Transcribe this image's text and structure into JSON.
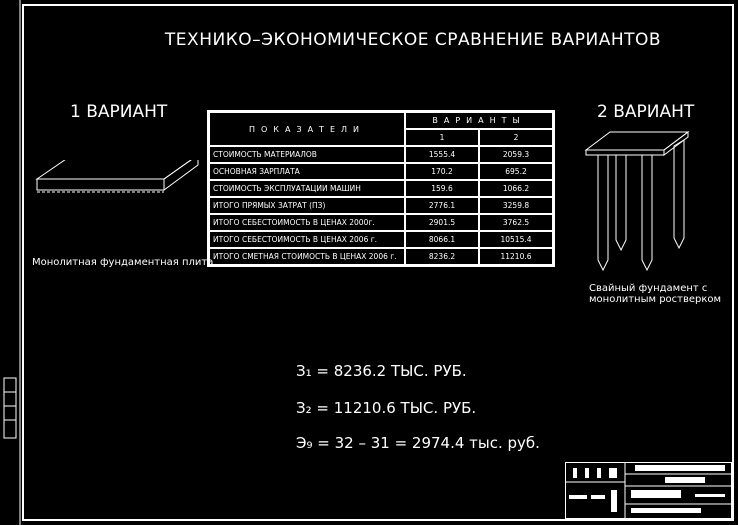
{
  "title": "ТЕХНИКО–ЭКОНОМИЧЕСКОЕ СРАВНЕНИЕ ВАРИАНТОВ",
  "variant1": {
    "label": "1 ВАРИАНТ",
    "caption": "Монолитная фундаментная плита"
  },
  "variant2": {
    "label": "2 ВАРИАНТ",
    "caption_line1": "Свайный фундамент с",
    "caption_line2": "монолитным ростверком"
  },
  "table": {
    "header_indicators": "ПОКАЗАТЕЛИ",
    "header_variants": "ВАРИАНТЫ",
    "col1": "1",
    "col2": "2",
    "rows": [
      {
        "label": "СТОИМОСТЬ МАТЕРИАЛОВ",
        "v1": "1555.4",
        "v2": "2059.3"
      },
      {
        "label": "ОСНОВНАЯ ЗАРПЛАТА",
        "v1": "170.2",
        "v2": "695.2"
      },
      {
        "label": "СТОИМОСТЬ ЭКСПЛУАТАЦИИ МАШИН",
        "v1": "159.6",
        "v2": "1066.2"
      },
      {
        "label": "ИТОГО ПРЯМЫХ ЗАТРАТ (ПЗ)",
        "v1": "2776.1",
        "v2": "3259.8"
      },
      {
        "label": "ИТОГО СЕБЕСТОИМОСТЬ В ЦЕНАХ 2000г.",
        "v1": "2901.5",
        "v2": "3762.5"
      },
      {
        "label": "ИТОГО СЕБЕСТОИМОСТЬ В ЦЕНАХ 2006 г.",
        "v1": "8066.1",
        "v2": "10515.4"
      },
      {
        "label": "ИТОГО СМЕТНАЯ СТОИМОСТЬ В ЦЕНАХ 2006 г.",
        "v1": "8236.2",
        "v2": "11210.6"
      }
    ]
  },
  "formulas": [
    "З₁ = 8236.2 ТЫС. РУБ.",
    "З₂ = 11210.6 ТЫС. РУБ.",
    "Э₉ = 32  –  31 = 2974.4  тыс.  руб."
  ]
}
